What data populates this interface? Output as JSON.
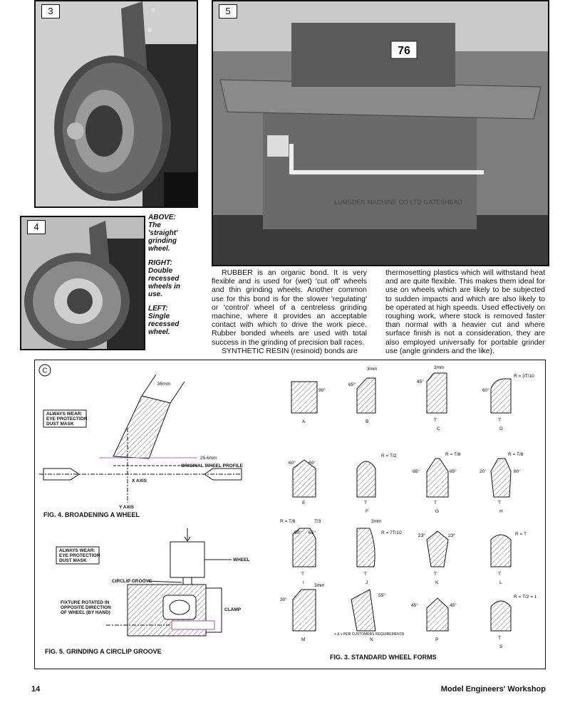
{
  "photos": {
    "p3": {
      "number": "3"
    },
    "p4": {
      "number": "4"
    },
    "p5": {
      "number": "5",
      "machine_plate": "76",
      "maker_plate": "LUMSDEN MACHINE CO LTD GATESHEAD"
    }
  },
  "captions": {
    "above_title": "ABOVE:",
    "above_text": "The 'straight' grinding wheel.",
    "right_title": "RIGHT:",
    "right_text": "Double recessed wheels in use.",
    "left_title": "LEFT:",
    "left_text": "Single recessed wheel."
  },
  "body": {
    "col1": "RUBBER is an organic bond. It is very flexible and is used for (wet) 'cut off' wheels and thin grinding wheels. Another common use for this bond is for the slower 'regulating' or 'control' wheel of a centreless grinding machine, where it provides an acceptable contact with which to drive the work piece. Rubber bonded wheels are used with total success in the grinding of precision ball races.",
    "col1b": "SYNTHETIC RESIN (resinoid) bonds are",
    "col2": "thermosetting plastics which will withstand heat and are quite flexible. This makes them ideal for use on wheels which are likely to be subjected to sudden impacts and which are also likely to be operated at high speeds. Used effectively on roughing work, where stock is removed faster than normal with a heavier cut and where surface finish is not a consideration, they are also employed universally for portable grinder use (angle grinders and the like)."
  },
  "figure": {
    "panel_label": "C",
    "fig4": {
      "caption": "FIG. 4. BROADENING A WHEEL",
      "warning": [
        "ALWAYS WEAR:",
        "EYE PROTECTION",
        "DUST MASK"
      ],
      "dim_35": "35mm",
      "dim_256": "25.6mm",
      "original_profile": "ORIGINAL WHEEL PROFILE",
      "x_axis": "X AXIS",
      "y_axis": "Y AXIS"
    },
    "fig5": {
      "caption": "FIG. 5. GRINDING A CIRCLIP GROOVE",
      "warning": [
        "ALWAYS WEAR:",
        "EYE PROTECTION",
        "DUST MASK"
      ],
      "wheel": "WHEEL",
      "groove": "CIRCLIP GROOVE",
      "clamp": "CLAMP",
      "fixture": [
        "FIXTURE ROTATED IN",
        "OPPOSITE DIRECTION",
        "OF WHEEL (BY HAND)"
      ]
    },
    "fig3": {
      "caption": "FIG. 3. STANDARD WHEEL FORMS",
      "forms": {
        "A": {
          "letter": "A",
          "angle": "90°"
        },
        "B": {
          "letter": "B",
          "angle": "65°",
          "dim": "3mm"
        },
        "C": {
          "letter": "C",
          "angle": "45°",
          "dim": "3mm",
          "width": "T"
        },
        "D": {
          "letter": "D",
          "angle": "60°",
          "radius": "R = 3T/10",
          "width": "T"
        },
        "E": {
          "letter": "E",
          "a1": "60°",
          "a2": "60°"
        },
        "F": {
          "letter": "F",
          "radius": "R = T/2",
          "width": "T"
        },
        "G": {
          "letter": "G",
          "a1": "65°",
          "a2": "65°",
          "radius": "R = T/8",
          "width": "T"
        },
        "H": {
          "letter": "H",
          "a1": "20°",
          "a2": "80°",
          "radius": "R = T/8",
          "width": "T"
        },
        "I": {
          "letter": "I",
          "a1": "90°",
          "a2": "65°",
          "radius": "R = T/8",
          "dim": "T/3",
          "width": "T"
        },
        "J": {
          "letter": "J",
          "radius": "R = 7T/10",
          "dim": "3mm",
          "width": "T"
        },
        "K": {
          "letter": "K",
          "a1": "23°",
          "a2": "23°",
          "width": "T"
        },
        "L": {
          "letter": "L",
          "radius": "R = T",
          "width": "T"
        },
        "M": {
          "letter": "M",
          "angle": "30°",
          "dim": "3mm"
        },
        "N": {
          "letter": "N",
          "angle": "55°",
          "note": "< & v PER CUSTOMERS REQUIREMENTS"
        },
        "P": {
          "letter": "P",
          "a1": "45°",
          "a2": "45°"
        },
        "S": {
          "letter": "S",
          "radius": "R = T/2 = 1",
          "width": "T"
        }
      }
    }
  },
  "footer": {
    "page": "14",
    "magazine": "Model Engineers' Workshop"
  }
}
